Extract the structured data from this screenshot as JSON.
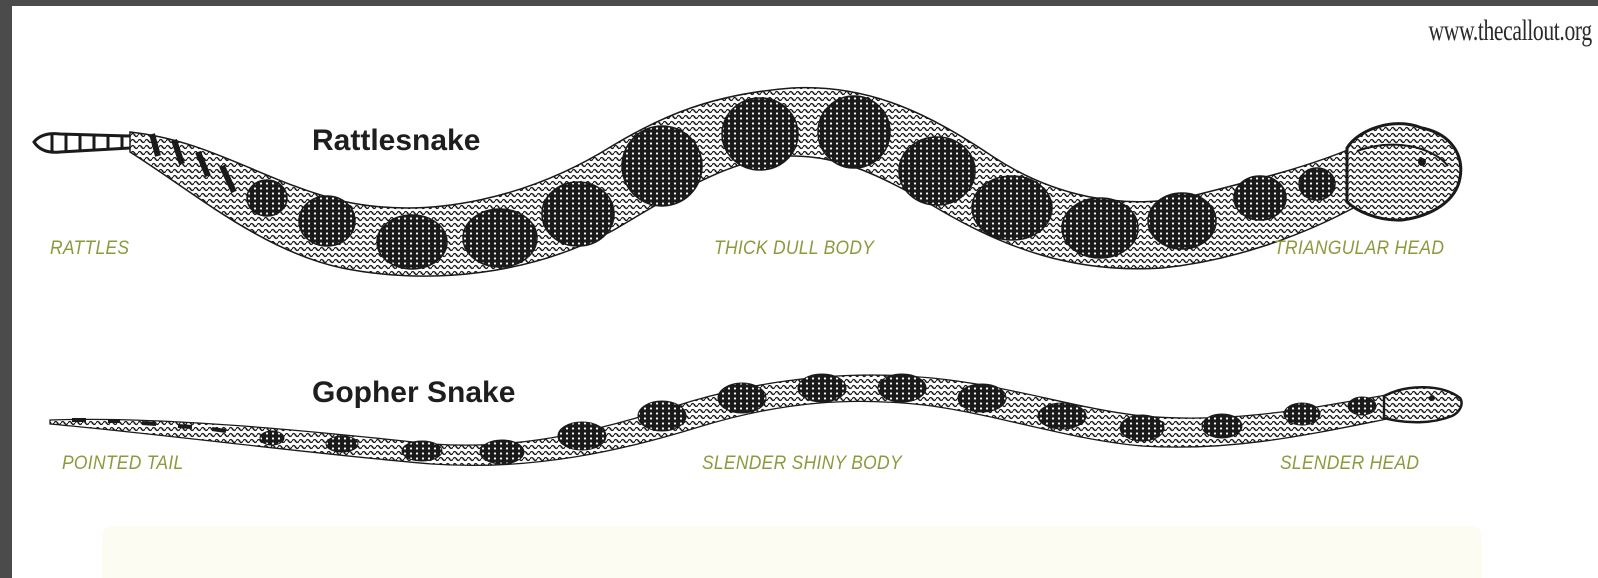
{
  "watermark": "www.thecallout.org",
  "rattlesnake": {
    "title": "Rattlesnake",
    "labels": {
      "tail": "RATTLES",
      "body": "THICK DULL BODY",
      "head": "TRIANGULAR HEAD"
    }
  },
  "gopher": {
    "title": "Gopher Snake",
    "labels": {
      "tail": "POINTED TAIL",
      "body": "SLENDER SHINY BODY",
      "head": "SLENDER HEAD"
    }
  },
  "colors": {
    "label_green": "#8c9a3d",
    "ink": "#1a1a1a",
    "frame_gray": "#4b4b4b"
  }
}
